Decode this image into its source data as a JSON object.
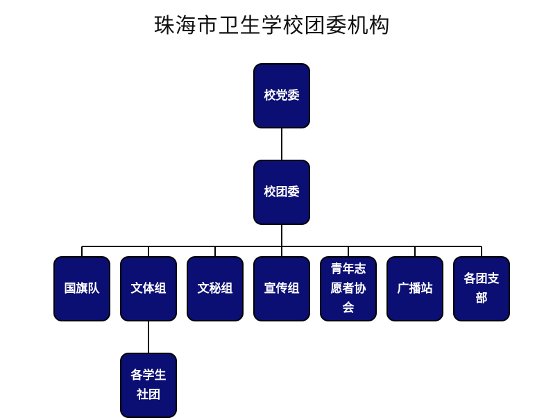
{
  "title": "珠海市卫生学校团委机构",
  "title_mark": "↵",
  "colors": {
    "node_fill": "#0b0f73",
    "node_border": "#000000",
    "line": "#000000",
    "node_text": "#ffffff"
  },
  "nodes": {
    "party_committee": "校党委",
    "youth_league_committee": "校团委",
    "flag_team": "国旗队",
    "arts_sports_group": "文体组",
    "secretariat_group": "文秘组",
    "publicity_group": "宣传组",
    "volunteer_association": "青年志愿者协会",
    "broadcast_station": "广播站",
    "branch_units": "各团支部",
    "student_clubs": "各学生社团"
  }
}
